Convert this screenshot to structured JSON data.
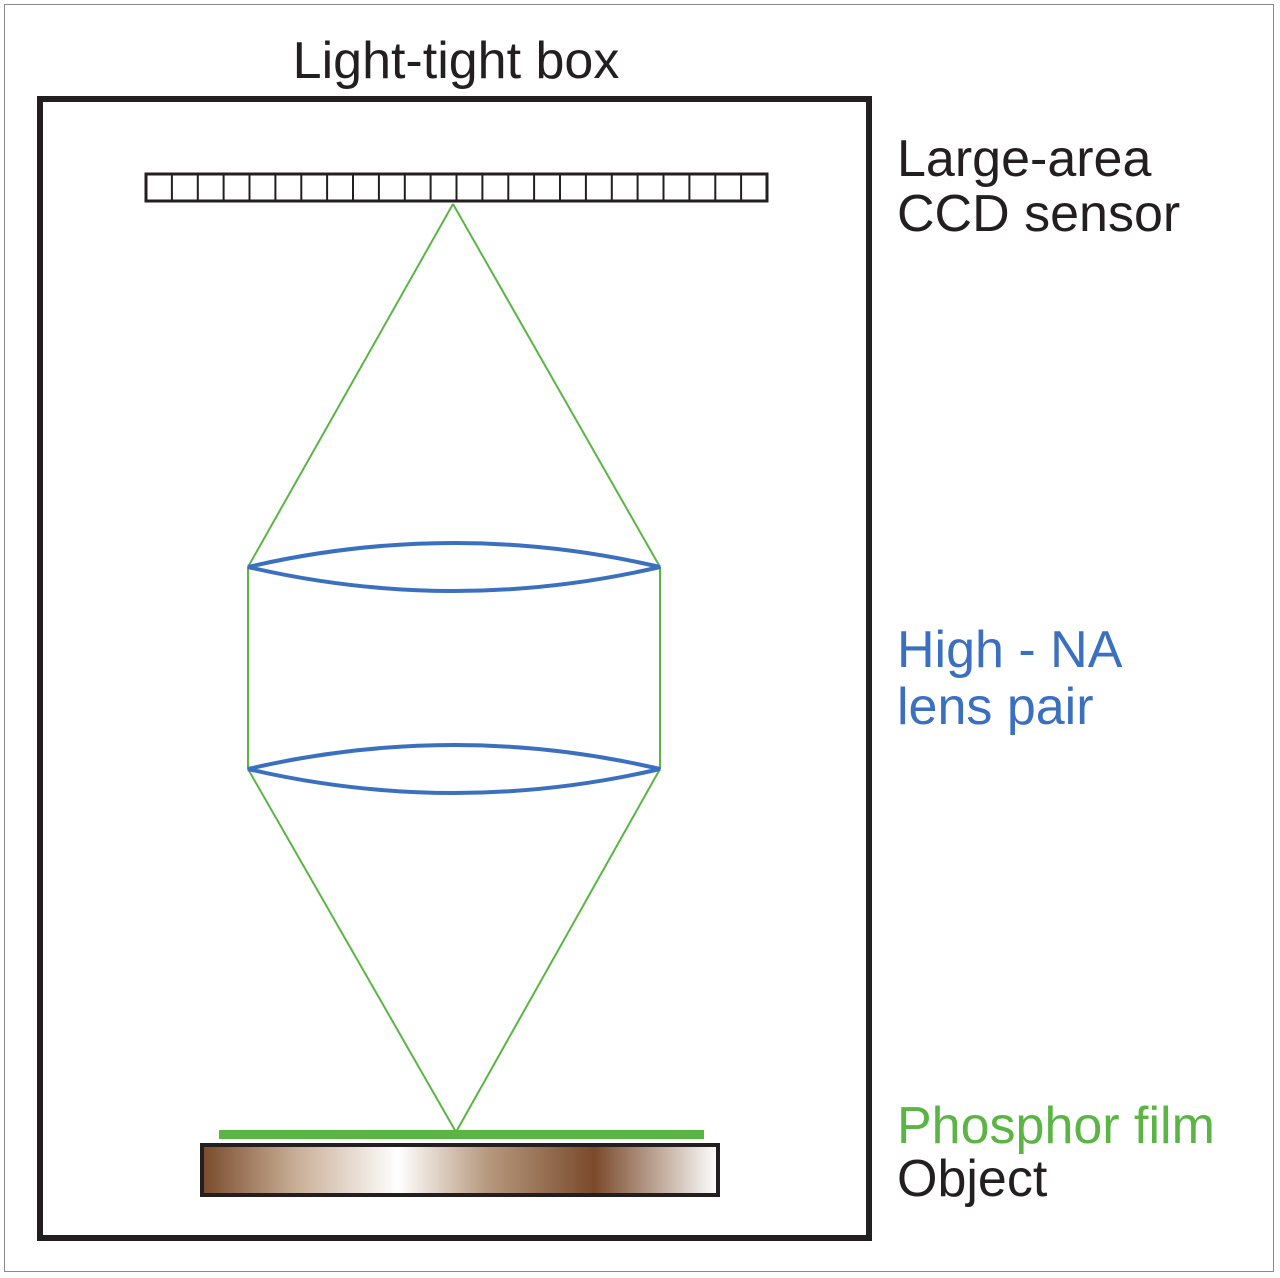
{
  "title": "Light-tight box",
  "labels": {
    "sensor_line1": "Large-area",
    "sensor_line2": "CCD sensor",
    "lens_line1": "High - NA",
    "lens_line2": "lens pair",
    "phosphor": "Phosphor film",
    "object": "Object"
  },
  "colors": {
    "box": "#231f20",
    "light_rays": "#5bb544",
    "lens": "#3b6fc0",
    "lens_label": "#3b6fc0",
    "phosphor": "#5bb544",
    "phosphor_label": "#5bb544",
    "object_dark": "#7a4a2b",
    "object_light": "#ffffff",
    "text": "#231f20"
  },
  "sensor": {
    "pixel_count": 24
  }
}
